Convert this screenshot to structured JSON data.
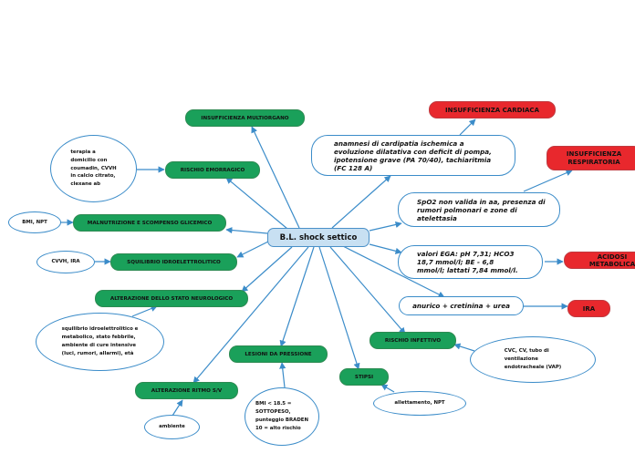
{
  "center": "B.L. shock settico",
  "nodes": {
    "insufficienza_multiorgano": "INSUFFICIENZA MULTIORGANO",
    "rischio_emorragico": "RISCHIO EMORRAGICO",
    "malnutrizione": "MALNUTRIZIONE E SCOMPENSO GLICEMICO",
    "squilibrio": "SQUILIBRIO IDROELETTROLITICO",
    "alterazione_neuro": "ALTERAZIONE DELLO STATO NEUROLOGICO",
    "alterazione_ritmo": "ALTERAZIONE RITMO S/V",
    "lesioni": "LESIONI DA PRESSIONE",
    "stipsi": "STIPSI",
    "rischio_infettivo": "RISCHIO INFETTIVO",
    "insuff_cardiaca": "INSUFFICIENZA CARDIACA",
    "insuff_respiratoria": "INSUFFICIENZA\nRESPIRATORIA",
    "acidosi": "ACIDOSI METABOLICA",
    "ira": "IRA"
  },
  "notes": {
    "anamnesi": "anamnesi di cardipatia ischemica a\nevoluzione dilatativa con deficit di pompa,\nipotensione grave (PA 70/40), tachiaritmia\n(FC 128 A)",
    "spo2": "SpO2 non valida in aa, presenza di\nrumori polmonari e zone di\natelettasia",
    "ega": "valori EGA: pH 7,31; HCO3\n18,7 mmol/l; BE - 6,8\nmmol/l; lattati 7,84 mmol/l.",
    "anurico": "anurico + cretinina + urea"
  },
  "ovals": {
    "terapia": "terapia a\ndomicilio con\ncoumadin, CVVH\nin calcio citrato,\nclexane ab",
    "bmi_npt": "BMI, NPT",
    "cvvh_ira": "CVVH, IRA",
    "squilibrio_detail": "squilibrio idroelettrolitico e\nmetabolico, stato febbrile,\nambiente di cure intensive\n(luci, rumori, allarmi), età",
    "ambiente": "ambiente",
    "bmi_braden": "BMI < 18.5 =\nSOTTOPESO,\npunteggio BRADEN\n10 = alto rischio",
    "allettamento": "allettamento, NPT",
    "cvc": "CVC, CV, tubo di\nventilazione\nendotracheale (VAP)"
  },
  "colors": {
    "green": "#1aa05a",
    "red": "#e8282d",
    "center": "#c8e0f2",
    "line": "#3b8cc9"
  }
}
